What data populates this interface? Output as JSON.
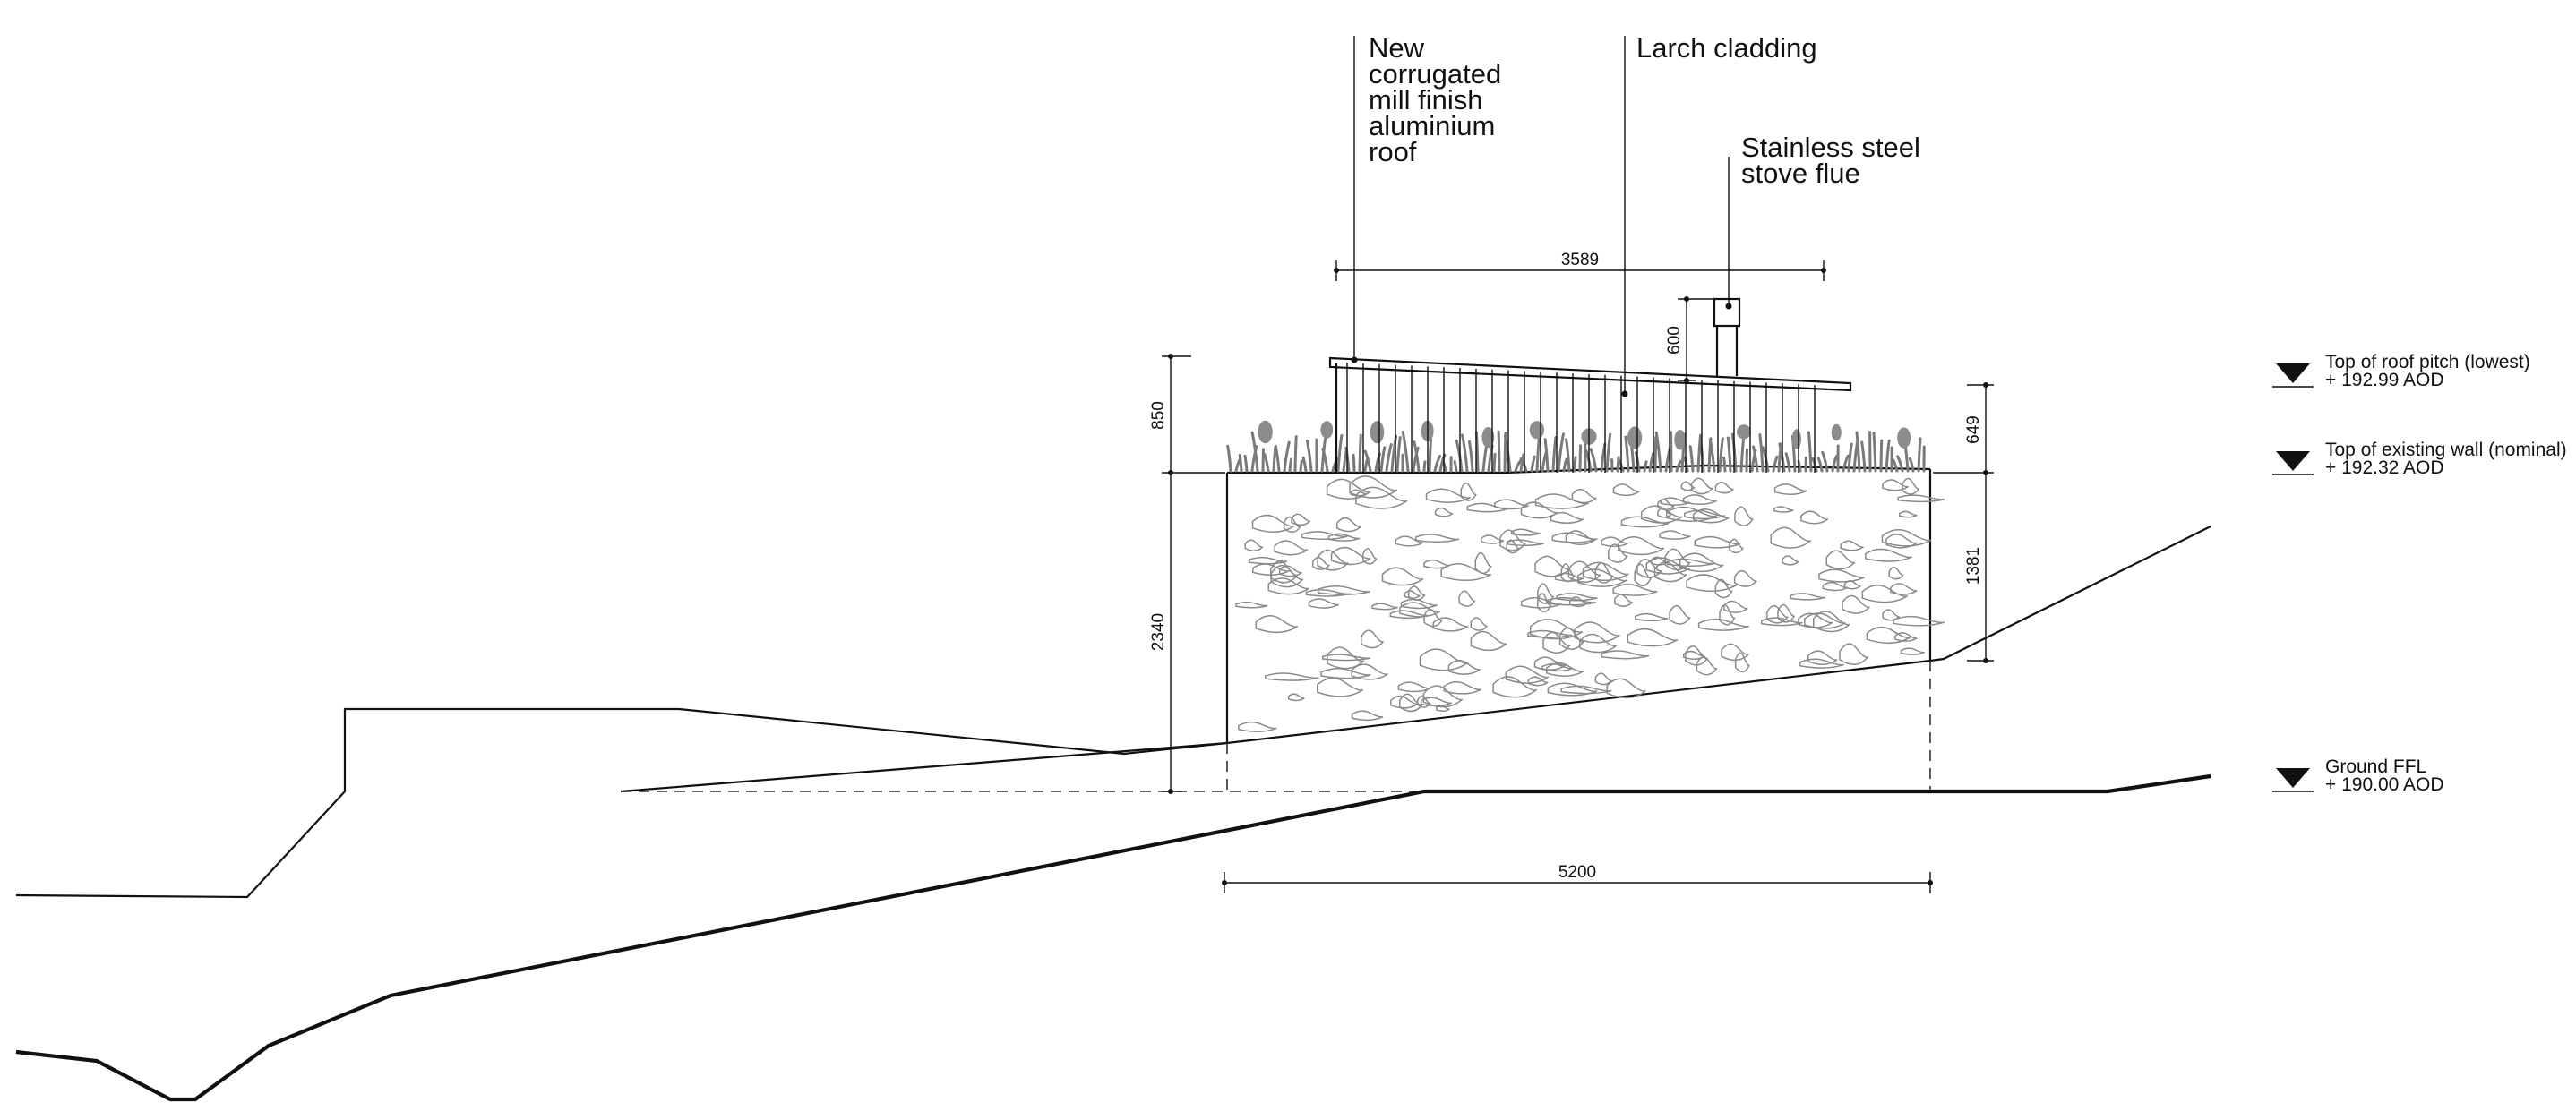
{
  "callouts": {
    "roof": [
      "New",
      "corrugated",
      "mill finish",
      "aluminium",
      "roof"
    ],
    "cladding": "Larch cladding",
    "flue": [
      "Stainless steel",
      "stove flue"
    ]
  },
  "dimensions": {
    "roof_width": "3589",
    "flue_height": "600",
    "upper_left_height": "850",
    "wall_left_height": "2340",
    "upper_right_height": "649",
    "wall_right_height": "1381",
    "base_width": "5200"
  },
  "levels": [
    {
      "label": "Top of roof pitch (lowest)",
      "value": "+ 192.99 AOD"
    },
    {
      "label": "Top of existing wall (nominal)",
      "value": "+ 192.32 AOD"
    },
    {
      "label": "Ground FFL",
      "value": "+ 190.00 AOD"
    }
  ]
}
